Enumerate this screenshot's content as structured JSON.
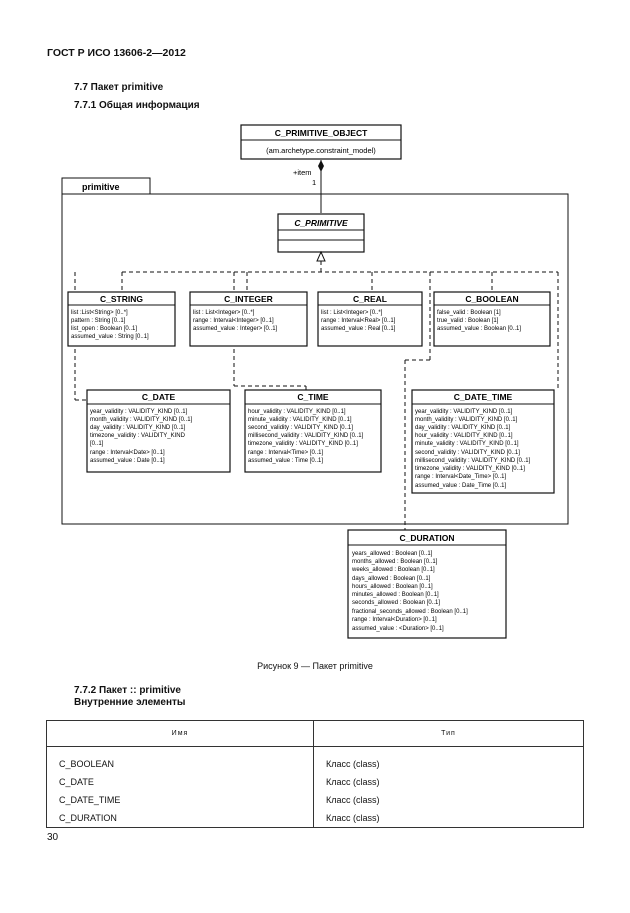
{
  "header": "ГОСТ Р ИСО 13606-2—2012",
  "section": {
    "title": "7.7 Пакет primitive",
    "subtitle": "7.7.1 Общая информация"
  },
  "diagram": {
    "package_name": "primitive",
    "parent": {
      "name": "C_PRIMITIVE_OBJECT",
      "attr": "(am.archetype.constraint_model)"
    },
    "association": {
      "role": "+item",
      "multiplicity": "1"
    },
    "base": {
      "name": "C_PRIMITIVE"
    },
    "classes": [
      {
        "name": "C_STRING",
        "attrs": [
          "list :List<String> [0..*]",
          "pattern : String [0..1]",
          "list_open : Boolean [0..1]",
          "assumed_value : String [0..1]"
        ]
      },
      {
        "name": "C_INTEGER",
        "attrs": [
          "list : List<Integer> [0..*]",
          "range : Interval<Integer> [0..1]",
          "assumed_value : Integer> [0..1]"
        ]
      },
      {
        "name": "C_REAL",
        "attrs": [
          "list : List<Integer> [0..*]",
          "range : Interval<Real> [0..1]",
          "assumed_value : Real [0..1]"
        ]
      },
      {
        "name": "C_BOOLEAN",
        "attrs": [
          "false_valid : Boolean [1]",
          "true_valid : Boolean [1]",
          "assumed_value : Boolean [0..1]"
        ]
      },
      {
        "name": "C_DATE",
        "attrs": [
          "year_validity : VALIDITY_KIND [0..1]",
          "month_validity : VALIDITY_KIND [0..1]",
          "day_validity : VALIDITY_KIND [0..1]",
          "timezone_validity : VALIDITY_KIND",
          "[0..1]",
          "range : Interval<Date> [0..1]",
          "assumed_value : Date [0..1]"
        ]
      },
      {
        "name": "C_TIME",
        "attrs": [
          "hour_validity : VALIDITY_KIND [0..1]",
          "minute_validity : VALIDITY_KIND [0..1]",
          "second_validity : VALIDITY_KIND [0..1]",
          "millisecond_validity : VALIDITY_KIND [0..1]",
          "timezone_validity : VALIDITY_KIND [0..1]",
          "range : Interval<Time> [0..1]",
          "assumed_value : Time [0..1]"
        ]
      },
      {
        "name": "C_DATE_TIME",
        "attrs": [
          "year_validity : VALIDITY_KIND [0..1]",
          "month_validity : VALIDITY_KIND [0..1]",
          "day_validity : VALIDITY_KIND [0..1]",
          "hour_validity : VALIDITY_KIND [0..1]",
          "minute_validity : VALIDITY_KIND [0..1]",
          "second_validity : VALIDITY_KIND [0..1]",
          "millisecond_validity : VALIDITY_KIND [0..1]",
          "timezone_validity : VALIDITY_KIND [0..1]",
          "range : Interval<Date_Time> [0..1]",
          "assumed_value : Date_Time [0..1]"
        ]
      },
      {
        "name": "C_DURATION",
        "attrs": [
          "years_allowed : Boolean [0..1]",
          "months_allowed : Boolean [0..1]",
          "weeks_allowed : Boolean [0..1]",
          "days_allowed : Boolean [0..1]",
          "hours_allowed : Boolean [0..1]",
          "minutes_allowed : Boolean [0..1]",
          "seconds_allowed : Boolean [0..1]",
          "fractional_seconds_allowed : Boolean [0..1]",
          "range : Interval<Duration> [0..1]",
          "assumed_value : <Duration> [0..1]"
        ]
      }
    ]
  },
  "caption": "Рисунок 9 — Пакет primitive",
  "subsection": {
    "title": "7.7.2 Пакет :: primitive",
    "subtitle": "Внутренние элементы"
  },
  "table": {
    "headers": [
      "Имя",
      "Тип"
    ],
    "rows": [
      [
        "C_BOOLEAN",
        "Класс (class)"
      ],
      [
        "C_DATE",
        "Класс (class)"
      ],
      [
        "C_DATE_TIME",
        "Класс (class)"
      ],
      [
        "C_DURATION",
        "Класс (class)"
      ]
    ]
  },
  "page_number": "30"
}
